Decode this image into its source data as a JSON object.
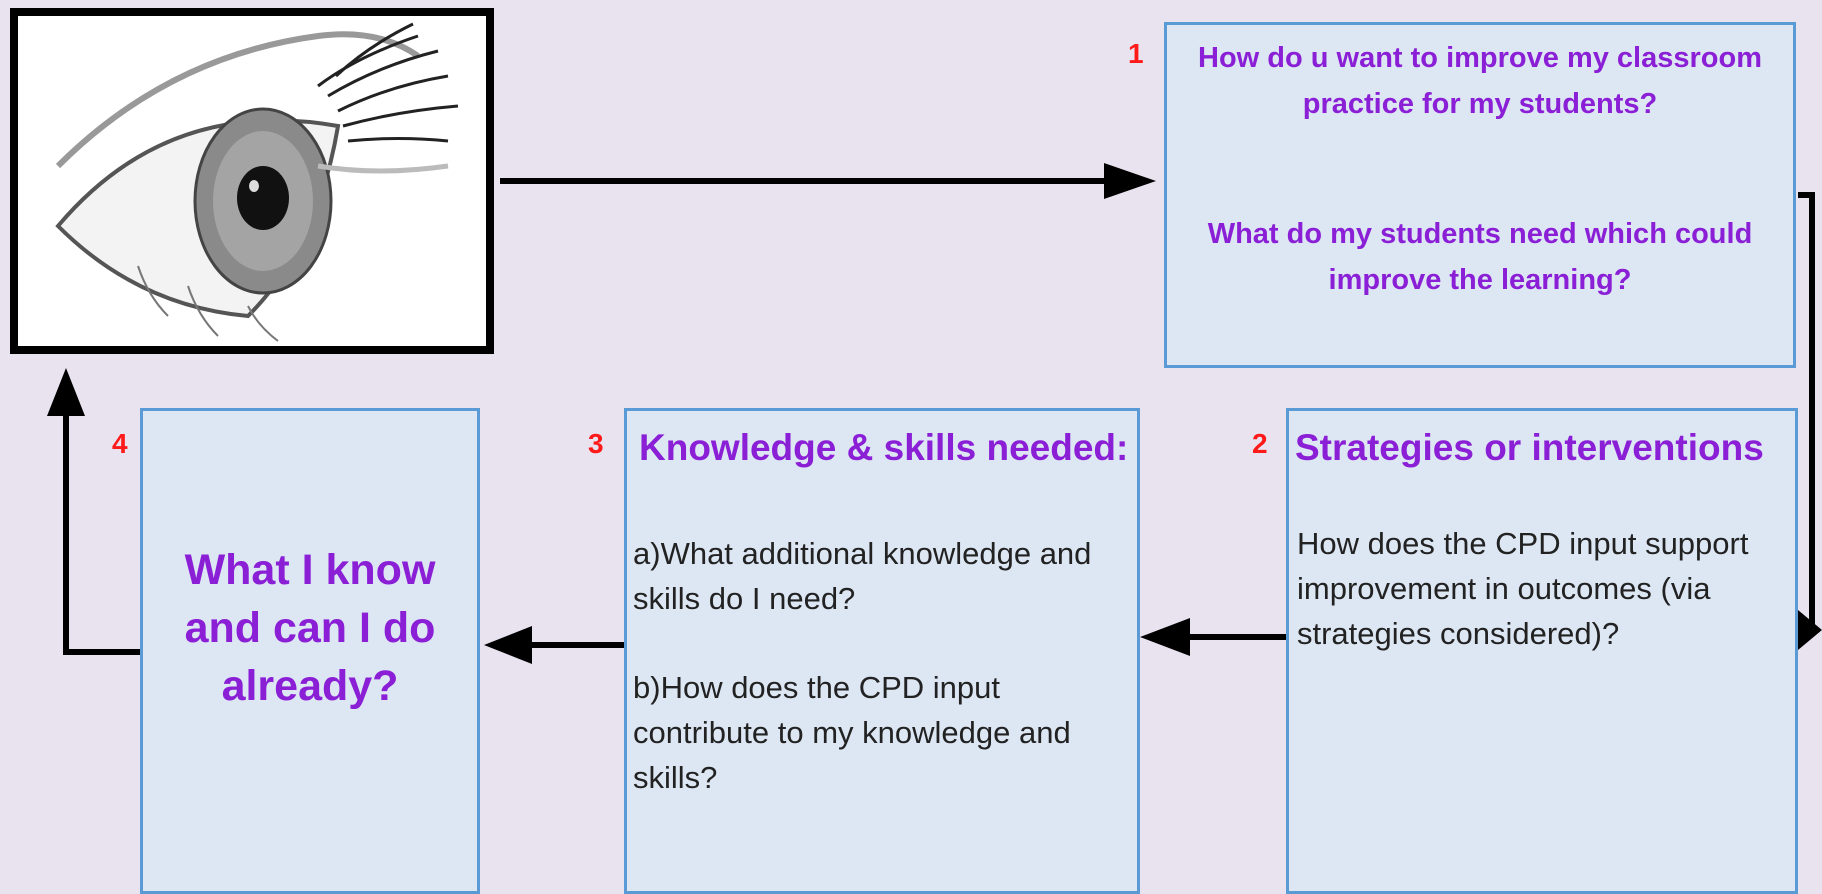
{
  "eye_panel": {
    "icon": "eye-icon"
  },
  "steps": [
    {
      "number": "1",
      "questions": [
        "How do u want to improve my classroom practice for my students?",
        "What do my students need which could improve the learning?"
      ]
    },
    {
      "number": "2",
      "title": "Strategies or  interventions",
      "body": "How does the CPD input support improvement in outcomes (via strategies considered)?"
    },
    {
      "number": "3",
      "title": "Knowledge & skills needed:",
      "body_a": "a)What additional knowledge and skills do I need?",
      "body_b": "b)How does the CPD input contribute to my knowledge and skills?"
    },
    {
      "number": "4",
      "title": "What I know and can I do already?"
    }
  ],
  "colors": {
    "background": "#e9e3f0",
    "box_fill": "#dde7f4",
    "box_border": "#5b9bd5",
    "heading": "#8a1fd6",
    "step_number": "#ff1a1a",
    "arrow": "#000000"
  }
}
